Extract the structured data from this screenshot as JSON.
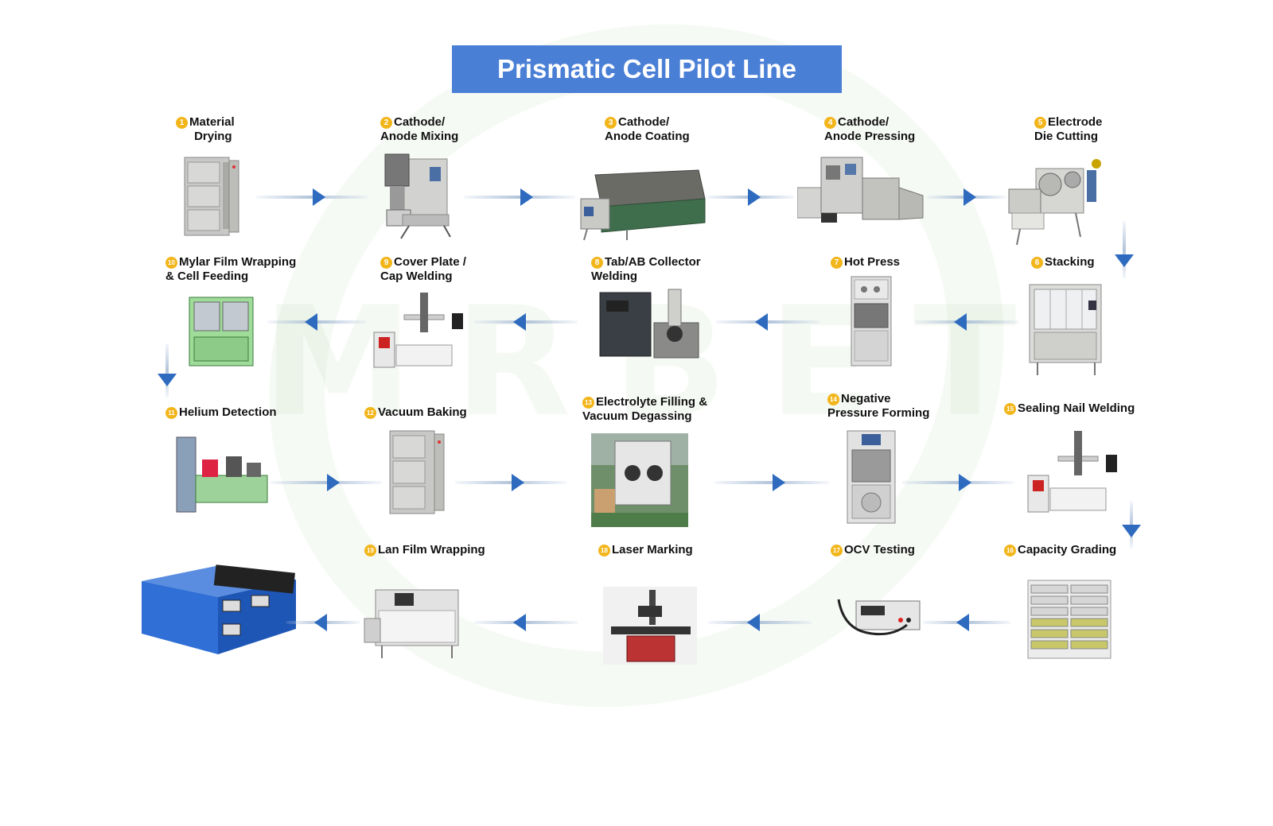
{
  "title": "Prismatic Cell Pilot Line",
  "watermark": "MRBET",
  "colors": {
    "banner": "#4a7fd6",
    "number_badge": "#f2b51a",
    "arrow_head": "#2e6bbf"
  },
  "steps": [
    {
      "num": "1",
      "lines": [
        "Material",
        "Drying"
      ],
      "icon": "drying-oven-icon"
    },
    {
      "num": "2",
      "lines": [
        "Cathode/",
        "Anode Mixing"
      ],
      "icon": "mixer-icon"
    },
    {
      "num": "3",
      "lines": [
        "Cathode/",
        "Anode Coating"
      ],
      "icon": "coating-machine-icon"
    },
    {
      "num": "4",
      "lines": [
        "Cathode/",
        "Anode Pressing"
      ],
      "icon": "roll-press-icon"
    },
    {
      "num": "5",
      "lines": [
        "Electrode",
        "Die Cutting"
      ],
      "icon": "die-cutter-icon"
    },
    {
      "num": "6",
      "lines": [
        "Stacking"
      ],
      "icon": "stacking-machine-icon"
    },
    {
      "num": "7",
      "lines": [
        "Hot Press"
      ],
      "icon": "hot-press-icon"
    },
    {
      "num": "8",
      "lines": [
        "Tab/AB Collector",
        "Welding"
      ],
      "icon": "ultrasonic-welder-icon"
    },
    {
      "num": "9",
      "lines": [
        "Cover Plate /",
        "Cap Welding"
      ],
      "icon": "laser-welder-icon"
    },
    {
      "num": "10",
      "lines": [
        "Mylar Film Wrapping",
        "& Cell Feeding"
      ],
      "icon": "wrapping-machine-icon"
    },
    {
      "num": "11",
      "lines": [
        "Helium Detection"
      ],
      "icon": "helium-detector-icon"
    },
    {
      "num": "12",
      "lines": [
        "Vacuum Baking"
      ],
      "icon": "vacuum-oven-icon"
    },
    {
      "num": "13",
      "lines": [
        "Electrolyte Filling &",
        "Vacuum Degassing"
      ],
      "icon": "glovebox-icon"
    },
    {
      "num": "14",
      "lines": [
        "Negative",
        "Pressure Forming"
      ],
      "icon": "formation-machine-icon"
    },
    {
      "num": "15",
      "lines": [
        "Sealing Nail Welding"
      ],
      "icon": "laser-welder-icon"
    },
    {
      "num": "16",
      "lines": [
        "Capacity Grading"
      ],
      "icon": "grading-rack-icon"
    },
    {
      "num": "17",
      "lines": [
        "OCV Testing"
      ],
      "icon": "ocv-tester-icon"
    },
    {
      "num": "18",
      "lines": [
        "Laser Marking"
      ],
      "icon": "laser-marker-icon"
    },
    {
      "num": "19",
      "lines": [
        "Lan Film Wrapping"
      ],
      "icon": "film-wrapping-machine-icon"
    }
  ],
  "final_product": {
    "icon": "prismatic-battery-cells-icon"
  }
}
